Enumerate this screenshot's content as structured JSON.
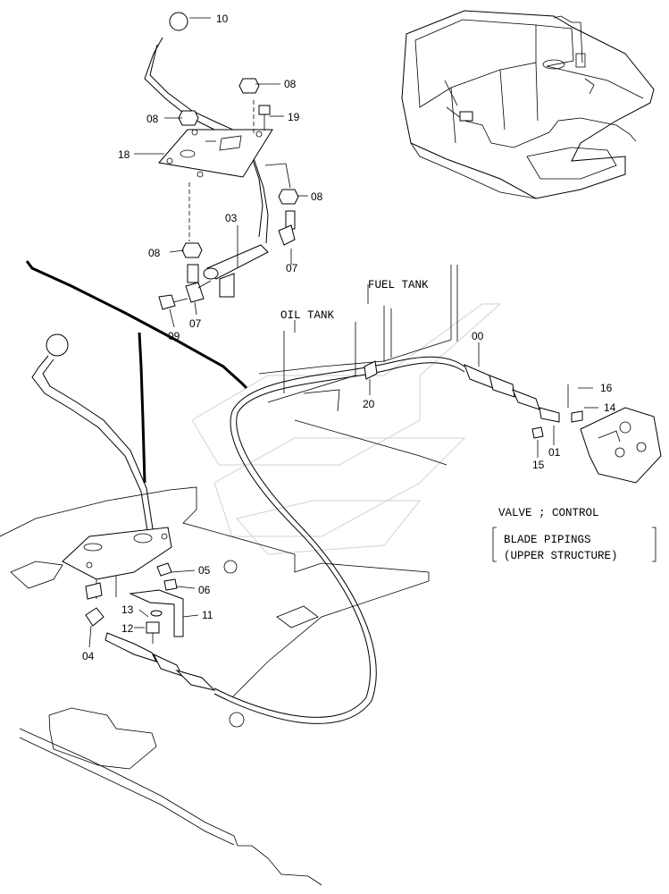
{
  "part_labels": {
    "p10": "10",
    "p08a": "08",
    "p08b": "08",
    "p08c": "08",
    "p08d": "08",
    "p19": "19",
    "p18": "18",
    "p03": "03",
    "p07a": "07",
    "p07b": "07",
    "p09": "09",
    "p00": "00",
    "p16": "16",
    "p14": "14",
    "p01": "01",
    "p15": "15",
    "p20": "20",
    "p05": "05",
    "p06": "06",
    "p11": "11",
    "p13": "13",
    "p12": "12",
    "p04": "04"
  },
  "callouts": {
    "fuel_tank": "FUEL TANK",
    "oil_tank": "OIL TANK"
  },
  "note": {
    "line1": "VALVE ; CONTROL",
    "line2": "BLADE PIPINGS",
    "line3": "(UPPER STRUCTURE)"
  },
  "icons": [
    "excavator-icon",
    "control-lever-icon",
    "control-cable-icon",
    "control-valve-icon",
    "bracket-icon",
    "bolt-icon",
    "nut-icon"
  ]
}
